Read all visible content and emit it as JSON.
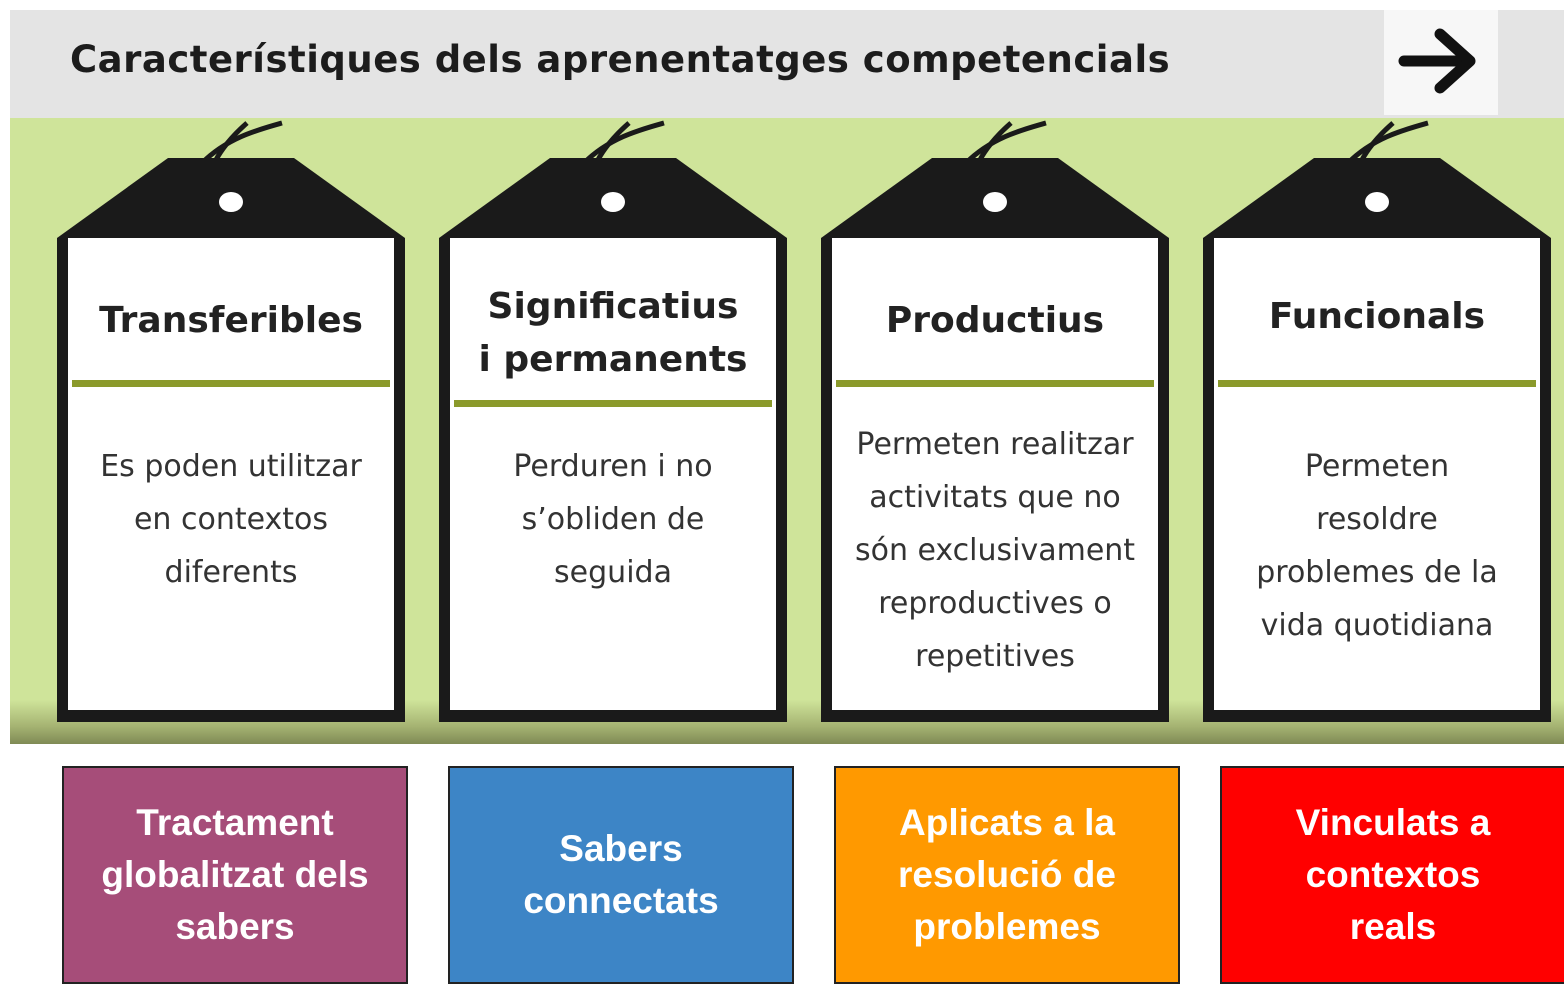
{
  "header": {
    "title": "Característiques dels aprenentatges competencials",
    "next_icon": "arrow-right-icon"
  },
  "colors": {
    "header_bg": "#e4e4e4",
    "band_bg": "#cfe49a",
    "tag_dark": "#1a1a1a",
    "rule": "#8b9a2b"
  },
  "tags": [
    {
      "title": "Transferibles",
      "text": "Es poden utilitzar\nen  contextos\ndiferents"
    },
    {
      "title": "Significatius\ni permanents",
      "text": "Perduren i no\ns’obliden de\nseguida"
    },
    {
      "title": "Productius",
      "text": "Permeten realitzar\nactivitats que no\nsón exclusivament\nreproductives o\nrepetitives"
    },
    {
      "title": "Funcionals",
      "text": "Permeten\nresoldre\nproblemes de la\nvida quotidiana"
    }
  ],
  "boxes": [
    {
      "label": "Tractament\nglobalitzat dels\nsabers",
      "color": "#a64d79"
    },
    {
      "label": "Sabers\nconnectats",
      "color": "#3d85c6"
    },
    {
      "label": "Aplicats a la\nresolució de\nproblemes",
      "color": "#ff9900"
    },
    {
      "label": "Vinculats a\ncontextos\nreals",
      "color": "#ff0000"
    }
  ]
}
